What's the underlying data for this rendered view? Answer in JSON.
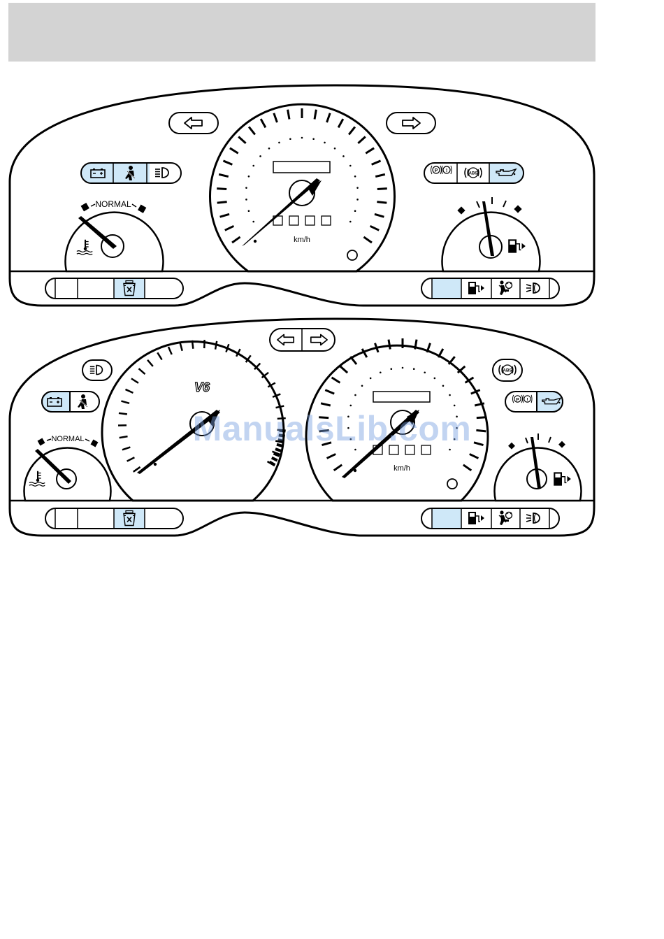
{
  "colors": {
    "indicator_highlight": "#cfe8f8",
    "outline": "#000000",
    "header_bar": "#d3d3d3",
    "watermark": "#7aa0e0"
  },
  "watermark": "ManualsLib.com",
  "cluster_standard": {
    "speedometer_unit": "km/h",
    "temperature_label": "NORMAL",
    "left_indicator_group": [
      "battery-icon",
      "seatbelt-icon",
      "headlamp-high-beam-icon"
    ],
    "right_indicator_group": [
      "brake-icon",
      "abs-icon",
      "oil-pressure-icon"
    ],
    "turn_signals": [
      "turn-left-arrow-icon",
      "turn-right-arrow-icon"
    ],
    "bottom_left_strip": [
      "blank",
      "blank",
      "check-gas-cap-icon",
      "blank"
    ],
    "bottom_right_strip": [
      "blank",
      "low-fuel-icon",
      "airbag-icon",
      "fog-lamp-icon"
    ]
  },
  "cluster_v6": {
    "badge": "V6",
    "speedometer_unit": "km/h",
    "temperature_label": "NORMAL",
    "left_indicator_group": [
      "battery-icon",
      "seatbelt-icon"
    ],
    "single_left_indicator": "headlamp-high-beam-icon",
    "single_right_indicator": "abs-icon",
    "right_indicator_group": [
      "brake-icon",
      "oil-pressure-icon"
    ],
    "turn_signals": [
      "turn-left-arrow-icon",
      "turn-right-arrow-icon"
    ],
    "bottom_left_strip": [
      "blank",
      "blank",
      "check-gas-cap-icon",
      "blank"
    ],
    "bottom_right_strip": [
      "blank",
      "low-fuel-icon",
      "airbag-icon",
      "fog-lamp-icon"
    ]
  }
}
